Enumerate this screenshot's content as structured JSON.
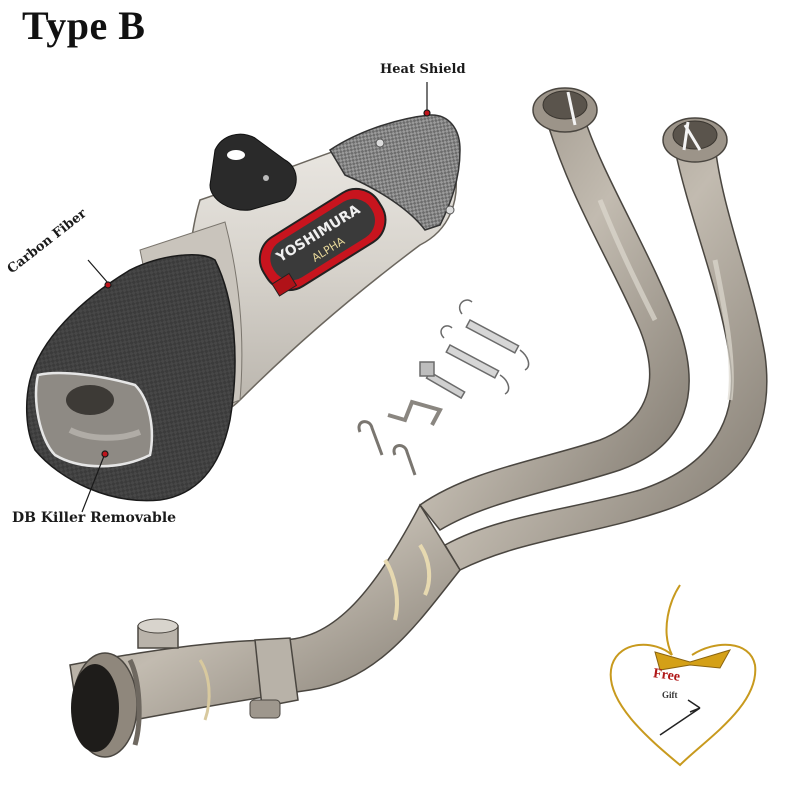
{
  "title": "Type B",
  "labels": {
    "heat_shield": "Heat Shield",
    "carbon_fiber": "Carbon Fiber",
    "db_killer": "DB Killer Removable"
  },
  "badge": {
    "brand": "YOSHIMURA",
    "model": "ALPHA"
  },
  "gift": {
    "line1": "Free",
    "line2": "Gift"
  },
  "colors": {
    "arrow": "#c0141c",
    "pipe": "#a8a095",
    "carbon": "#3a3a3a",
    "muffler_body": "#d9d5cf",
    "gift_gold": "#d4a017",
    "badge_red": "#c8141e"
  },
  "components": [
    "muffler",
    "heat-shield",
    "carbon-fiber-end-cap",
    "db-killer",
    "mounting-bracket",
    "springs",
    "bolt",
    "brackets",
    "header-pipes",
    "link-pipe",
    "clamp",
    "o2-sensor-bung",
    "free-gift-tool"
  ]
}
